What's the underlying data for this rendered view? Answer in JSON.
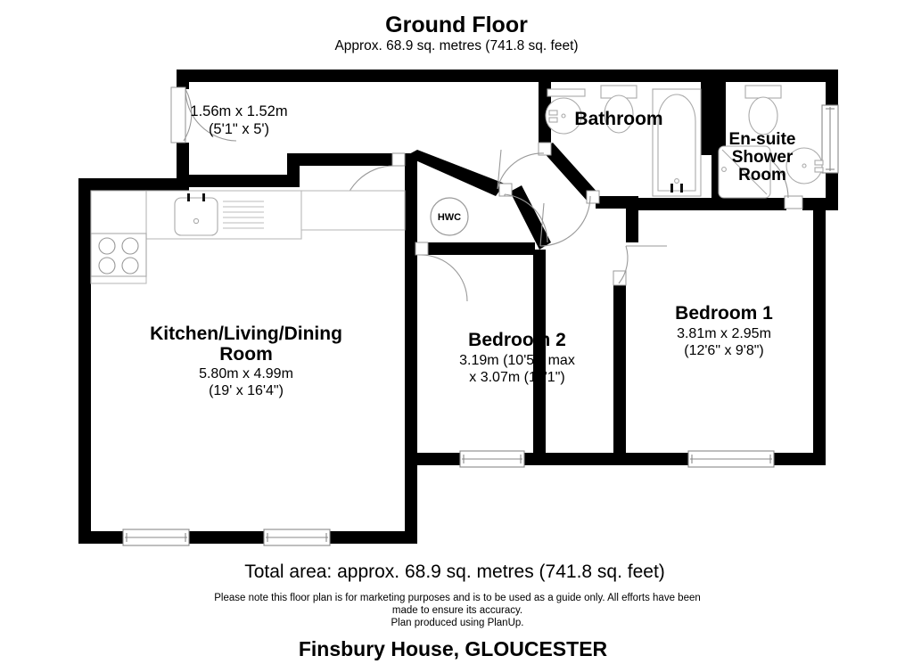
{
  "header": {
    "title": "Ground Floor",
    "subtitle": "Approx. 68.9 sq. metres (741.8 sq. feet)"
  },
  "rooms": {
    "hall": {
      "dim_metric": "1.56m x 1.52m",
      "dim_imperial": "(5'1\" x 5')"
    },
    "kitchen": {
      "name_line1": "Kitchen/Living/Dining",
      "name_line2": "Room",
      "dim_metric": "5.80m x 4.99m",
      "dim_imperial": "(19' x 16'4\")"
    },
    "bathroom": {
      "name": "Bathroom"
    },
    "ensuite": {
      "name_line1": "En-suite",
      "name_line2": "Shower",
      "name_line3": "Room"
    },
    "bedroom2": {
      "name": "Bedroom 2",
      "dim_metric": "3.19m (10'5\") max",
      "dim_imperial": "x 3.07m (10'1\")"
    },
    "bedroom1": {
      "name": "Bedroom 1",
      "dim_metric": "3.81m x 2.95m",
      "dim_imperial": "(12'6\" x 9'8\")"
    },
    "hwc": {
      "label": "HWC"
    }
  },
  "footer": {
    "total_area": "Total area: approx. 68.9 sq. metres (741.8 sq. feet)",
    "disclaimer_line1": "Please note this floor plan is for marketing purposes and is to be used as a guide only. All efforts have been",
    "disclaimer_line2": "made to ensure its accuracy.",
    "disclaimer_line3": "Plan produced using PlanUp.",
    "property": "Finsbury House, GLOUCESTER"
  },
  "colors": {
    "wall": "#000000",
    "background": "#ffffff",
    "fixture_stroke": "#aaaaaa",
    "text": "#000000"
  }
}
